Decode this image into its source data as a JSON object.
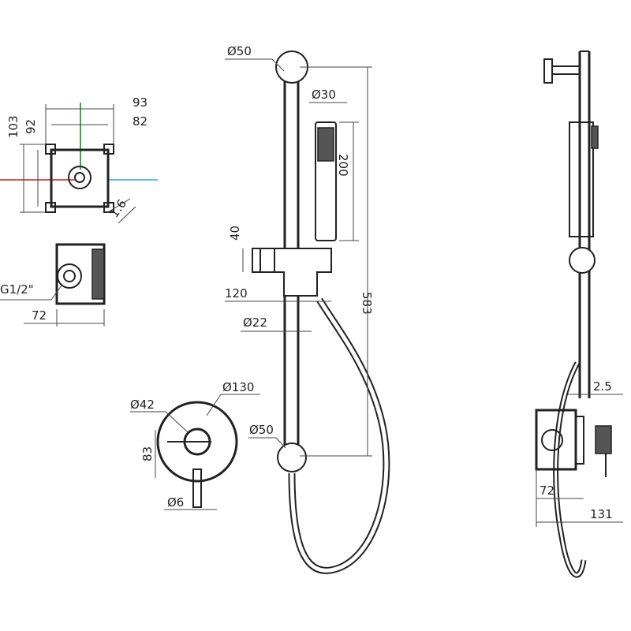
{
  "colors": {
    "line": "#222222",
    "axis_red": "#d9534f",
    "axis_green": "#3aa655",
    "axis_blue": "#5bc0de"
  },
  "labels": {
    "body_width_outer": "93",
    "body_width_inner": "82",
    "body_height_outer": "103",
    "body_height_inner": "92",
    "body_depth_small": "1.6",
    "thread": "G1/2\"",
    "box_depth": "72",
    "rail_top_dia": "Ø50",
    "handset_dia": "Ø30",
    "handset_length": "200",
    "slider_height": "40",
    "rail_length": "583",
    "slider_projection": "120",
    "rail_dia": "Ø22",
    "rail_bottom_dia": "Ø50",
    "plate_dia": "Ø130",
    "knob_dia": "Ø42",
    "knob_offset": "83",
    "pin_dia": "Ø6",
    "side_plate_gap": "2.5",
    "side_box_depth": "72",
    "side_total_depth": "131"
  }
}
